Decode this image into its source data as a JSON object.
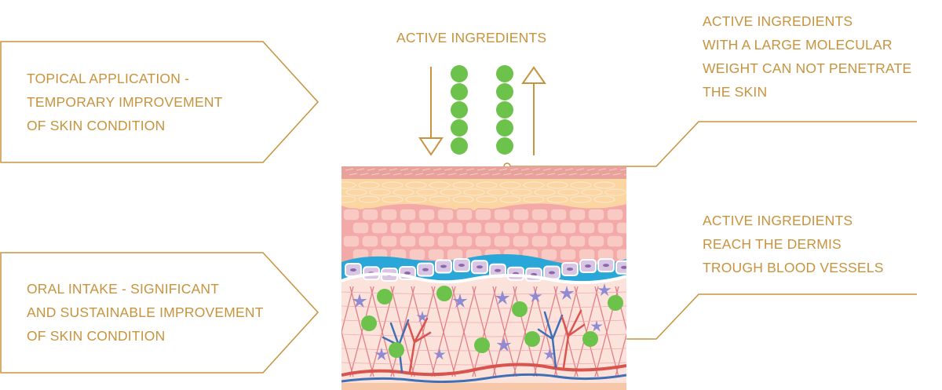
{
  "colors": {
    "accent": "#c8933d",
    "ingredient": "#6cc24a",
    "skin_pink": "#f3b8b4",
    "blood_red": "#d9534f",
    "blood_blue": "#3f6fb5"
  },
  "labels": {
    "top_center": "ACTIVE INGREDIENTS",
    "topical": [
      "TOPICAL APPLICATION -",
      "TEMPORARY IMPROVEMENT",
      "OF SKIN CONDITION"
    ],
    "oral": [
      "ORAL INTAKE - SIGNIFICANT",
      "AND SUSTAINABLE IMPROVEMENT",
      "OF SKIN CONDITION"
    ],
    "large_molecular": [
      "ACTIVE INGREDIENTS",
      "WITH A LARGE MOLECULAR",
      "WEIGHT CAN NOT PENETRATE",
      "THE SKIN"
    ],
    "dermis": [
      "ACTIVE INGREDIENTS",
      "REACH THE DERMIS",
      "TROUGH BLOOD VESSELS"
    ]
  },
  "icons": {
    "down_arrow": "arrow-down-icon",
    "up_arrow": "arrow-up-icon",
    "ingredient": "molecule-icon"
  }
}
